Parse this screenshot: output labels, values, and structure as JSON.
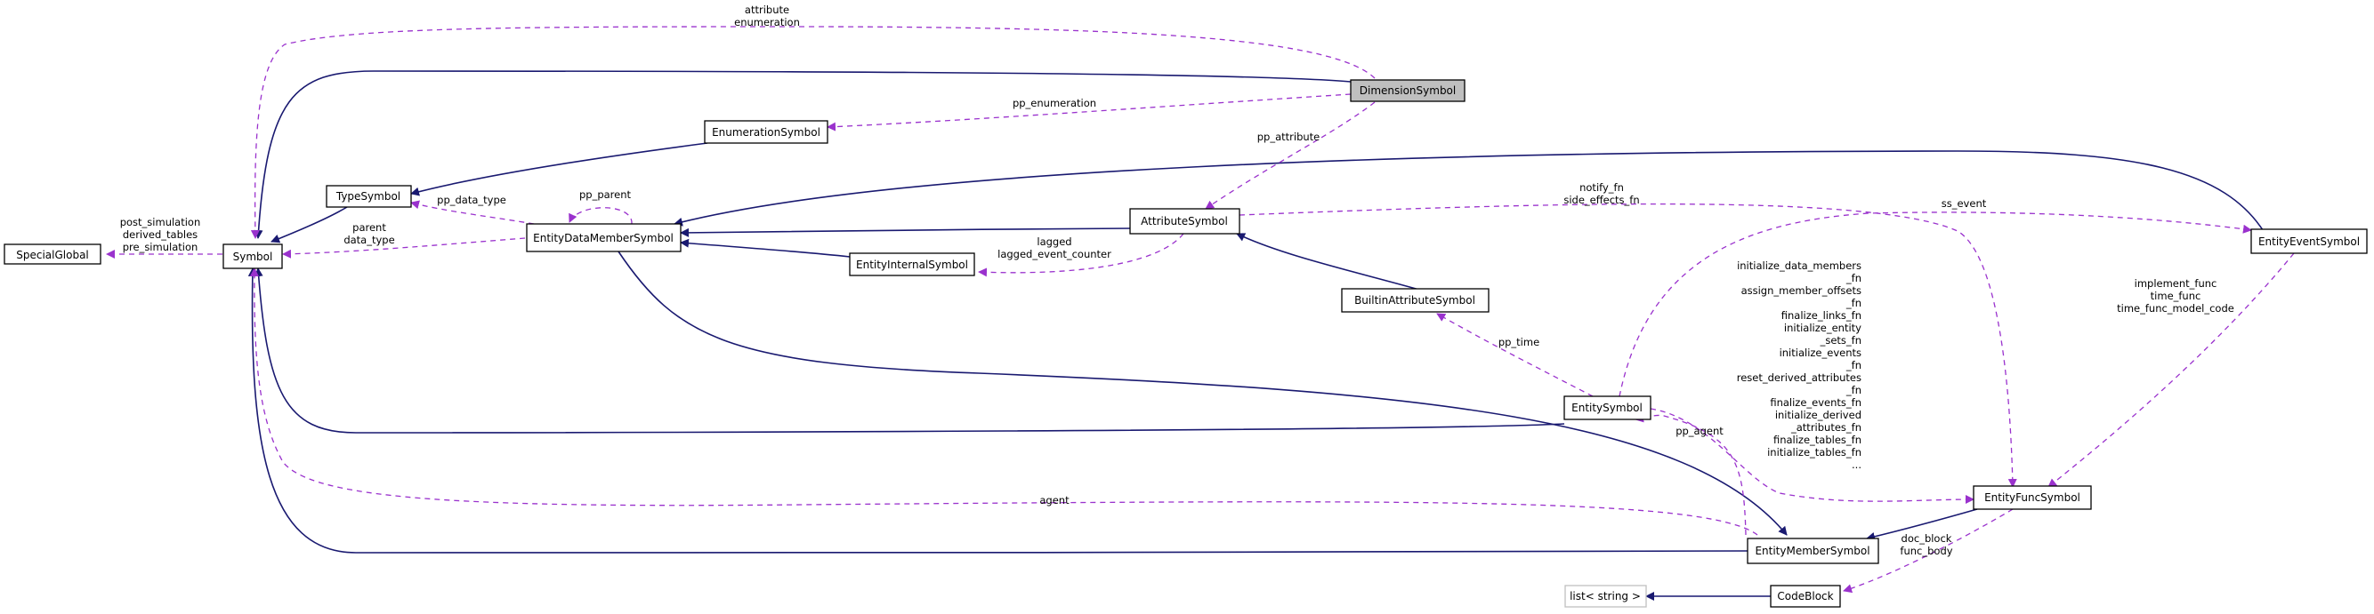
{
  "nodes": {
    "special_global": "SpecialGlobal",
    "symbol": "Symbol",
    "type_symbol": "TypeSymbol",
    "enumeration_symbol": "EnumerationSymbol",
    "dimension_symbol": "DimensionSymbol",
    "entity_data_member_symbol": "EntityDataMemberSymbol",
    "attribute_symbol": "AttributeSymbol",
    "entity_internal_symbol": "EntityInternalSymbol",
    "builtin_attribute_symbol": "BuiltinAttributeSymbol",
    "entity_symbol": "EntitySymbol",
    "entity_event_symbol": "EntityEventSymbol",
    "entity_func_symbol": "EntityFuncSymbol",
    "entity_member_symbol": "EntityMemberSymbol",
    "code_block": "CodeBlock",
    "list_string": "list< string >"
  },
  "labels": {
    "attribute_enumeration": [
      "attribute",
      "enumeration"
    ],
    "pp_enumeration": [
      "pp_enumeration"
    ],
    "pp_attribute": [
      "pp_attribute"
    ],
    "post_simulation": [
      "post_simulation",
      "derived_tables",
      "pre_simulation"
    ],
    "pp_data_type": [
      "pp_data_type"
    ],
    "pp_parent": [
      "pp_parent"
    ],
    "parent_data_type": [
      "parent",
      "data_type"
    ],
    "lagged": [
      "lagged",
      "lagged_event_counter"
    ],
    "notify_fn": [
      "notify_fn",
      "side_effects_fn"
    ],
    "ss_event": [
      "ss_event"
    ],
    "pp_time": [
      "pp_time"
    ],
    "implement_func": [
      "implement_func",
      "time_func",
      "time_func_model_code"
    ],
    "initialize_fns": [
      "initialize_data_members",
      "_fn",
      "assign_member_offsets",
      "_fn",
      "finalize_links_fn",
      "initialize_entity",
      "_sets_fn",
      "initialize_events",
      "_fn",
      "reset_derived_attributes",
      "_fn",
      "finalize_events_fn",
      "initialize_derived",
      "_attributes_fn",
      "finalize_tables_fn",
      "initialize_tables_fn",
      "..."
    ],
    "pp_agent": [
      "pp_agent"
    ],
    "agent": [
      "agent"
    ],
    "doc_block": [
      "doc_block",
      "func_body"
    ]
  },
  "colors": {
    "inheritance": "#191970",
    "usage": "#9a32cd",
    "highlight_fill": "#bfbfbf"
  }
}
